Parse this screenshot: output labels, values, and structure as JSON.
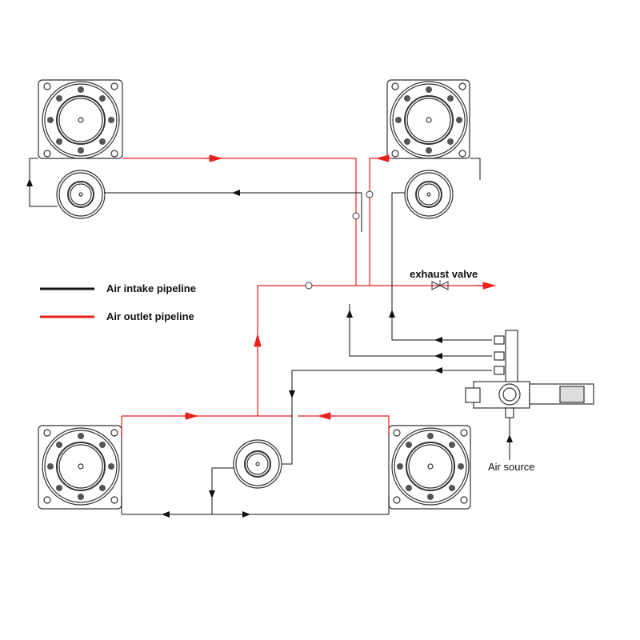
{
  "legend": {
    "intake": {
      "label": "Air intake pipeline",
      "color": "#111111"
    },
    "outlet": {
      "label": "Air outlet pipeline",
      "color": "#e8201c"
    }
  },
  "labels": {
    "exhaust": "exhaust valve",
    "source": "Air source"
  }
}
